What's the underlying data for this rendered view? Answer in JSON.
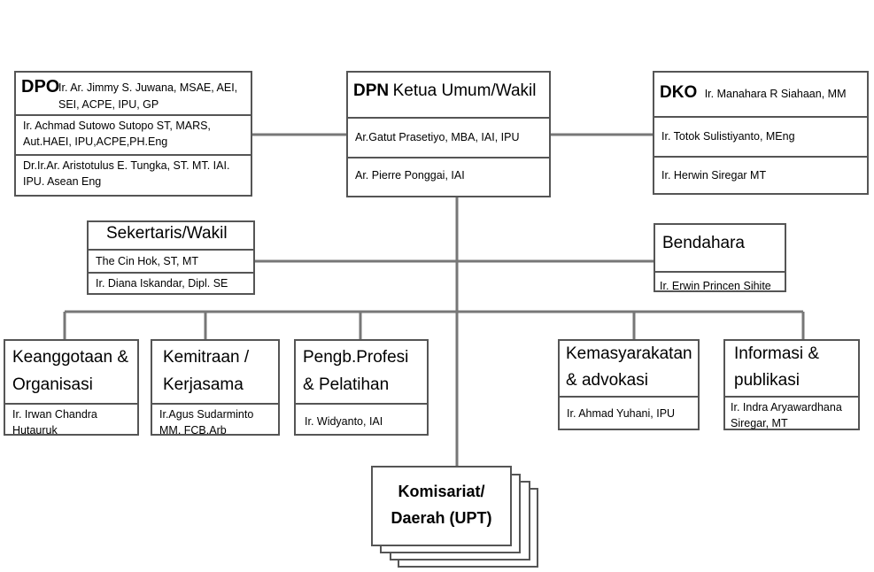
{
  "dpo": {
    "code": "DPO",
    "row1": "Ir. Ar. Jimmy S. Juwana, MSAE, AEI,",
    "row1b": "SEI, ACPE, IPU, GP",
    "row2a": "Ir. Achmad Sutowo Sutopo  ST, MARS,",
    "row2b": "Aut.HAEI, IPU,ACPE,PH.Eng",
    "row3a": "Dr.Ir.Ar. Aristotulus E. Tungka, ST. MT. IAI.",
    "row3b": "IPU. Asean Eng"
  },
  "dpn": {
    "code": "DPN",
    "title": "Ketua Umum/Wakil",
    "row1": "Ar.Gatut Prasetiyo, MBA, IAI, IPU",
    "row2": "Ar. Pierre Ponggai, IAI"
  },
  "dko": {
    "code": "DKO",
    "row1": "Ir. Manahara R Siahaan, MM",
    "row2": "Ir. Totok Sulistiyanto, MEng",
    "row3": "Ir. Herwin Siregar MT"
  },
  "sekretaris": {
    "title": "Sekertaris/Wakil",
    "row1": "The Cin Hok, ST, MT",
    "row2": "Ir. Diana Iskandar, Dipl. SE"
  },
  "bendahara": {
    "title": "Bendahara",
    "row1": "Ir. Erwin Princen Sihite"
  },
  "divisions": {
    "keanggotaan": {
      "title1": "Keanggotaan &",
      "title2": "Organisasi",
      "name1": "Ir. Irwan Chandra",
      "name2": "Hutauruk"
    },
    "kemitraan": {
      "title1": "Kemitraan /",
      "title2": "Kerjasama",
      "name1": "Ir.Agus Sudarminto",
      "name2": "MM. FCB.Arb"
    },
    "pengembangan": {
      "title1": "Pengb.Profesi",
      "title2": "& Pelatihan",
      "name1": "Ir. Widyanto, IAI"
    },
    "kemasyarakatan": {
      "title1": "Kemasyarakatan",
      "title2": "& advokasi",
      "name1": "Ir. Ahmad Yuhani, IPU"
    },
    "informasi": {
      "title1": "Informasi &",
      "title2": "publikasi",
      "name1": "Ir. Indra Aryawardhana",
      "name2": "Siregar, MT"
    }
  },
  "komisariat": {
    "title1": "Komisariat/",
    "title2": "Daerah (UPT)"
  }
}
